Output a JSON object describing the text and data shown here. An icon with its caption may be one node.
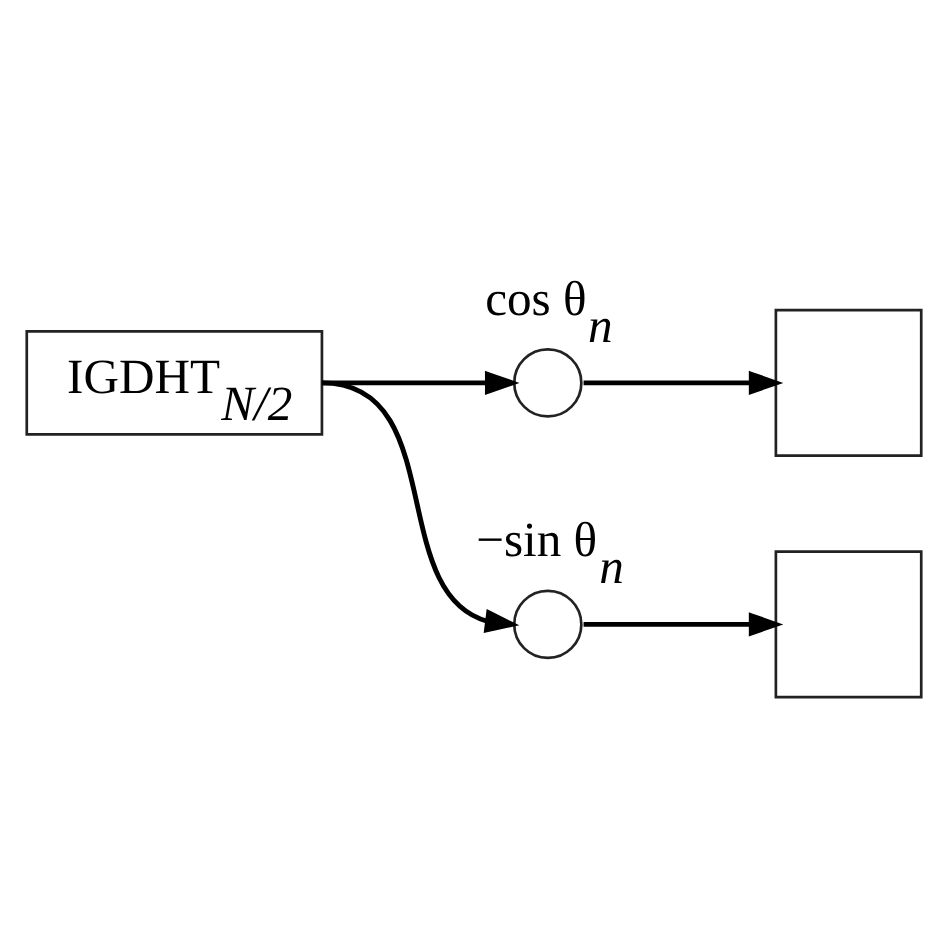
{
  "diagram": {
    "nodes": [
      {
        "text": [
          "IGDHT$_{N/2}$"
        ]
      },
      {
        "text": [],
        "shape": "circle",
        "beside": [
          "cos θ$_{n}$"
        ]
      },
      {
        "text": [],
        "shape": "box"
      },
      {
        "text": [],
        "shape": "circle",
        "beside": [
          "−sin θ$_{n}$"
        ]
      },
      {
        "text": [],
        "shape": "box"
      }
    ],
    "edges": [
      {
        "from": 0,
        "to": 1,
        "arrow": "to"
      },
      {
        "from": 1,
        "to": 2,
        "arrow": "to"
      },
      {
        "from": 0,
        "to": 3,
        "arrow": "to"
      },
      {
        "from": 3,
        "to": 4,
        "arrow": "to"
      }
    ]
  }
}
